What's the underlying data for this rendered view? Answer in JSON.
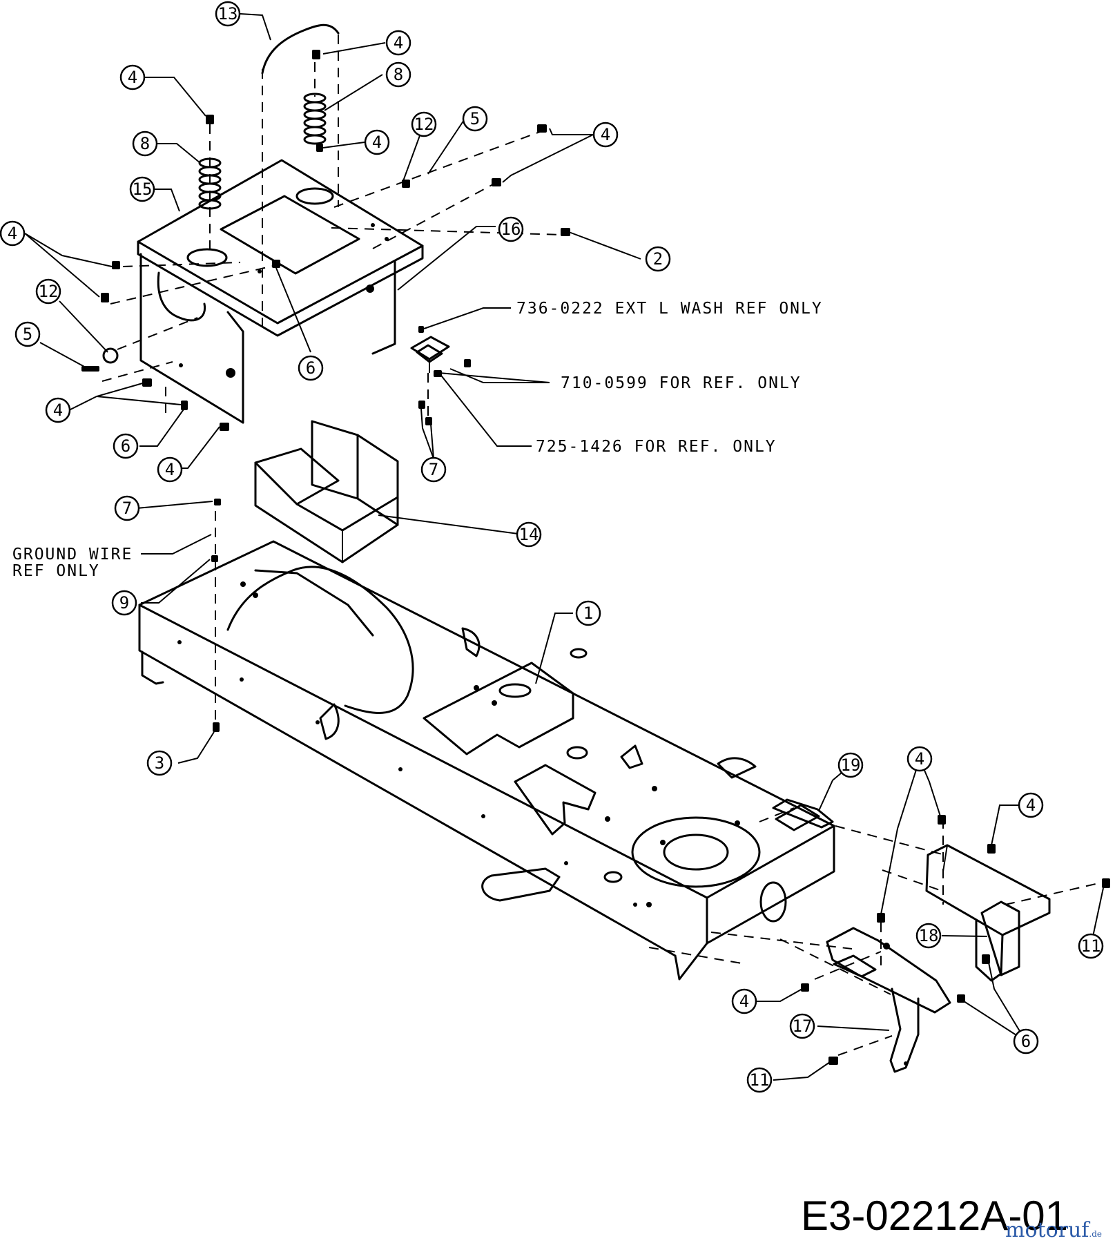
{
  "drawing_number": "E3-02212A-01",
  "watermark": {
    "text": "motoruf",
    "suffix": ".de"
  },
  "notes": {
    "wash": "736-0222 EXT L WASH REF ONLY",
    "n710": "710-0599 FOR REF. ONLY",
    "n725": "725-1426 FOR REF. ONLY",
    "ground_line1": "GROUND WIRE",
    "ground_line2": "REF ONLY"
  },
  "callouts": {
    "c13": "13",
    "c4a": "4",
    "c8a": "8",
    "c4b": "4",
    "c8b": "8",
    "c4c": "4",
    "c12a": "12",
    "c5a": "5",
    "c4d": "4",
    "c15": "15",
    "c16": "16",
    "c4e": "4",
    "c2": "2",
    "c12b": "12",
    "c5b": "5",
    "c6a": "6",
    "c4f": "4",
    "c6b": "6",
    "c4g": "4",
    "c7a": "7",
    "c14": "14",
    "c7b": "7",
    "c9": "9",
    "c1": "1",
    "c3": "3",
    "c19": "19",
    "c4h": "4",
    "c4i": "4",
    "c18": "18",
    "c11a": "11",
    "c4j": "4",
    "c17": "17",
    "c6c": "6",
    "c11b": "11"
  }
}
